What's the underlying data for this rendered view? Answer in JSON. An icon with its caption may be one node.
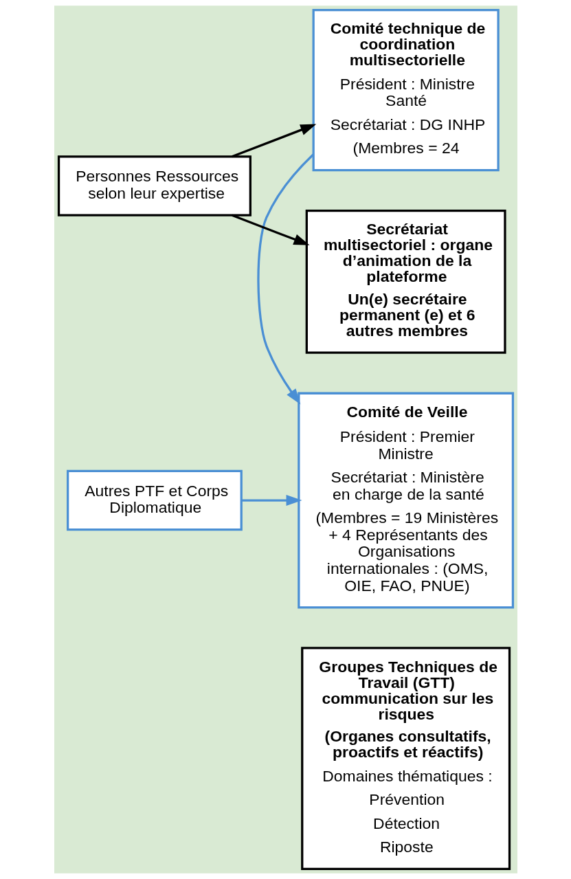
{
  "diagram": {
    "nodes": [
      {
        "text": [
          "Autres PTF et Corps Diplomatique"
        ]
      },
      {
        "text": [
          "Comité de Veille",
          "Président : Premier Ministre",
          "Secrétariat : Ministère en charge de la santé",
          "(Membres = 19 Ministères + 4 Représentants des Organisations internationales : (OMS, OIE, FAO, PNUE)"
        ]
      },
      {
        "text": [
          "Comité technique de coordination multisectorielle",
          "Président : Ministre Santé",
          "Secrétariat : DG INHP",
          "(Membres = 24"
        ]
      },
      {
        "text": [
          "Personnes Ressources selon leur expertise"
        ]
      },
      {
        "text": [
          "Secrétariat multisectoriel : organe d’animation de la plateforme",
          "Un(e) secrétaire permanent (e) et 6 autres membres"
        ]
      },
      {
        "text": [
          "Groupes Techniques de Travail (GTT) communication sur les risques",
          "(Organes consultatifs, proactifs et réactifs)",
          "Domaines thématiques :",
          "Prévention",
          "Détection",
          "Riposte"
        ]
      }
    ],
    "edges": [
      {
        "from": 0,
        "to": 1,
        "arrow": "to",
        "color": "#4a8fd4"
      },
      {
        "from": 2,
        "to": 1,
        "arrow": "to",
        "color": "#4a8fd4"
      },
      {
        "from": 3,
        "to": 2,
        "arrow": "to",
        "color": "#000000"
      },
      {
        "from": 3,
        "to": 4,
        "arrow": "to",
        "color": "#000000"
      }
    ]
  }
}
